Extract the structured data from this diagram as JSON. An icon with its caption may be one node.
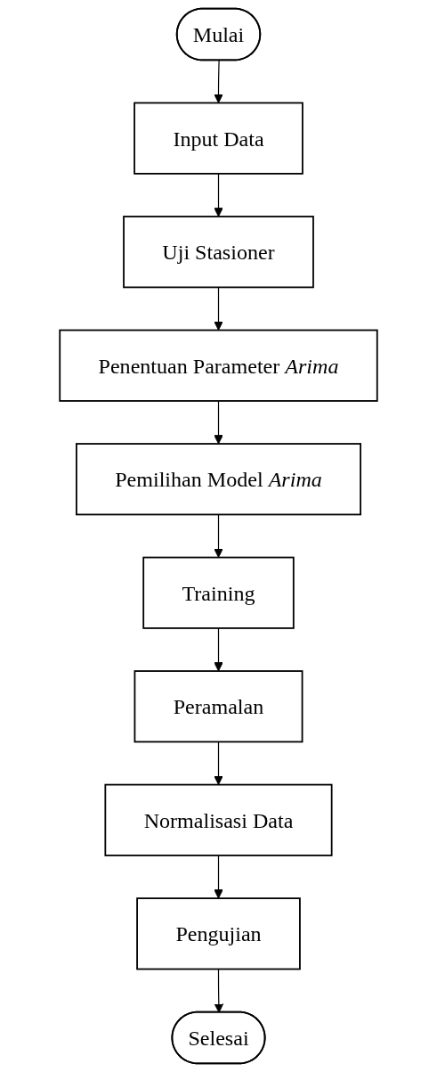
{
  "diagram": {
    "nodes": [
      {
        "text": [
          "Mulai"
        ]
      },
      {
        "text": [
          "Input Data"
        ]
      },
      {
        "text": [
          "Uji Stasioner"
        ]
      },
      {
        "text": [
          "Penentuan Parameter *Arima*"
        ]
      },
      {
        "text": [
          "Pemilihan Model *Arima*"
        ]
      },
      {
        "text": [
          "Training"
        ]
      },
      {
        "text": [
          "Peramalan"
        ]
      },
      {
        "text": [
          "Normalisasi Data"
        ]
      },
      {
        "text": [
          "Pengujian"
        ]
      },
      {
        "text": [
          "Selesai"
        ]
      }
    ],
    "edges": [
      {
        "from": 0,
        "to": 1,
        "arrow": "to"
      },
      {
        "from": 1,
        "to": 2,
        "arrow": "to"
      },
      {
        "from": 2,
        "to": 3,
        "arrow": "to"
      },
      {
        "from": 3,
        "to": 4,
        "arrow": "to"
      },
      {
        "from": 4,
        "to": 5,
        "arrow": "to"
      },
      {
        "from": 5,
        "to": 6,
        "arrow": "to"
      },
      {
        "from": 6,
        "to": 7,
        "arrow": "to"
      },
      {
        "from": 7,
        "to": 8,
        "arrow": "to"
      },
      {
        "from": 8,
        "to": 9,
        "arrow": "to"
      }
    ]
  }
}
